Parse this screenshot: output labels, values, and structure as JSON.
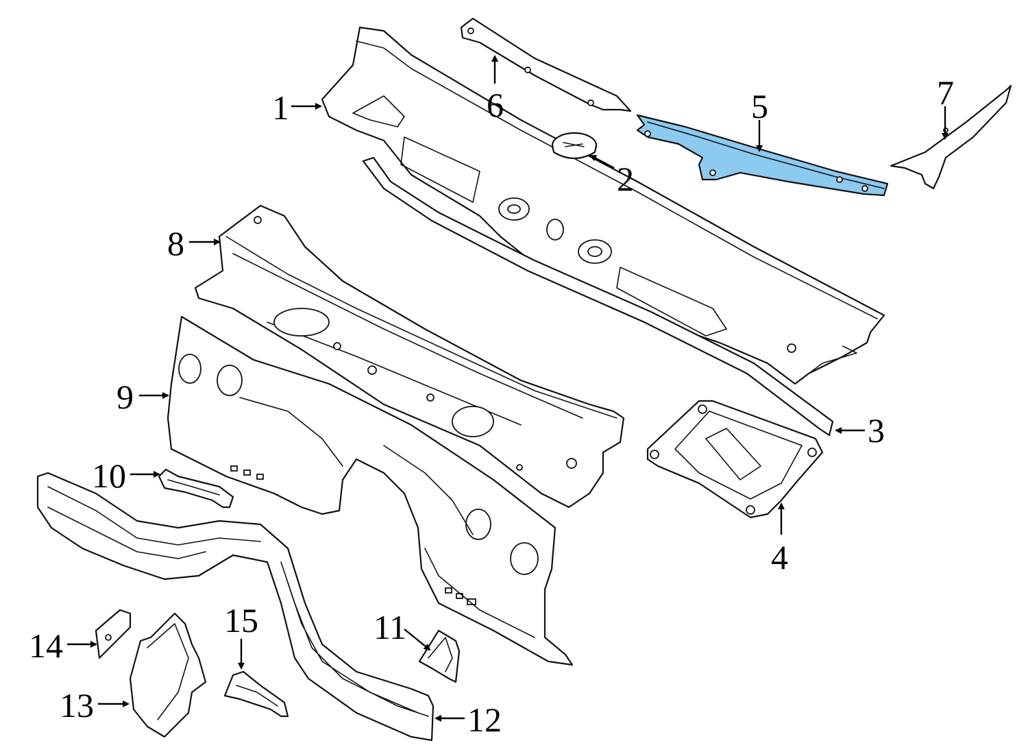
{
  "colors": {
    "highlight": "#8ccaf0",
    "outline": "#111111",
    "background": "#ffffff"
  },
  "callouts": [
    {
      "label": "1"
    },
    {
      "label": "2"
    },
    {
      "label": "3"
    },
    {
      "label": "4"
    },
    {
      "label": "5"
    },
    {
      "label": "6"
    },
    {
      "label": "7"
    },
    {
      "label": "8"
    },
    {
      "label": "9"
    },
    {
      "label": "10"
    },
    {
      "label": "11"
    },
    {
      "label": "12"
    },
    {
      "label": "13"
    },
    {
      "label": "14"
    },
    {
      "label": "15"
    }
  ],
  "highlighted_part": "5"
}
